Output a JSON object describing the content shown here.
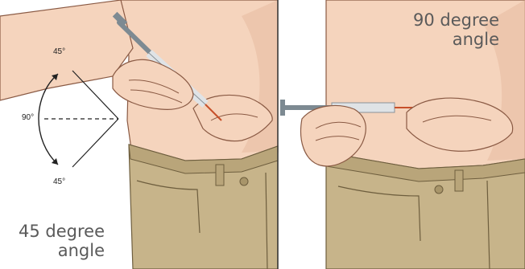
{
  "left_panel": {
    "caption_line1": "45 degree",
    "caption_line2": "angle",
    "angle_top": "45°",
    "angle_middle": "90°",
    "angle_bottom": "45°"
  },
  "right_panel": {
    "caption_line1": "90 degree",
    "caption_line2": "angle"
  },
  "colors": {
    "skin": "#f5d4bd",
    "skin_shadow": "#e4b59b",
    "skin_outline": "#8a5a44",
    "pants": "#c7b48a",
    "pants_shadow": "#a8956a",
    "pants_outline": "#6e5e3e",
    "syringe_barrel": "#dfe3e6",
    "syringe_plunger": "#7d8a92",
    "needle_tip": "#c7502a",
    "divider": "#333333"
  }
}
